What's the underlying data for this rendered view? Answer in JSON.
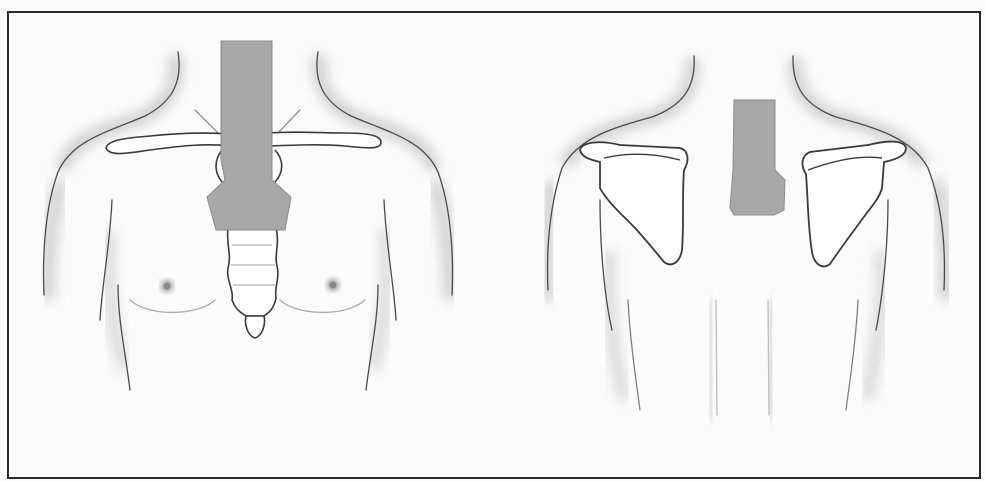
{
  "colors": {
    "field": "#a8a8a8",
    "skin_shade": "#d0d0d0",
    "outline": "#4a4a4a",
    "bone_outline": "#3a3a3a",
    "frame_border": "#2a2a2a",
    "background": "#fbfbfb"
  },
  "figure": {
    "anterior_view": {
      "field": "anterior-radiation-field",
      "bones": [
        "left-clavicle",
        "right-clavicle",
        "manubrium",
        "sternum-body",
        "xiphoid"
      ]
    },
    "posterior_view": {
      "field": "posterior-radiation-field",
      "bones": [
        "left-scapula",
        "right-scapula"
      ]
    }
  }
}
